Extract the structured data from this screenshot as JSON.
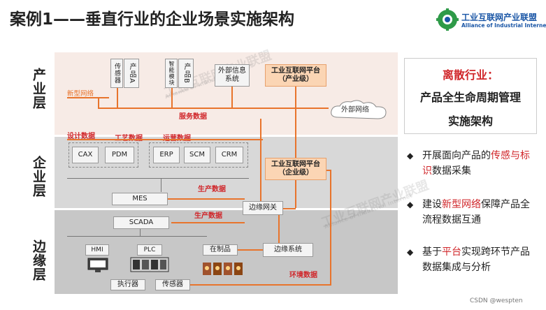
{
  "title": "案例1——垂直行业的企业场景实施架构",
  "logo": {
    "cn": "工业互联网产业联盟",
    "en": "Alliance of Industrial Internet"
  },
  "layers": {
    "industry": "产业层",
    "enterprise": "企业层",
    "edge": "边缘层"
  },
  "industry": {
    "sensor": "传感器",
    "product_a": "产品A",
    "smart_module": "智能模块",
    "product_b": "产品B",
    "ext_info": "外部信息系统",
    "platform_industry": "工业互联网平台（产业级）",
    "new_network": "新型网络",
    "service_data": "服务数据",
    "ext_network": "外部网络"
  },
  "enterprise": {
    "design_data": "设计数据",
    "process_data": "工艺数据",
    "ops_data": "运营数据",
    "cax": "CAX",
    "pdm": "PDM",
    "erp": "ERP",
    "scm": "SCM",
    "crm": "CRM",
    "platform_enterprise": "工业互联网平台（企业级）",
    "mes": "MES",
    "prod_data_1": "生产数据",
    "prod_data_2": "生产数据",
    "edge_gateway": "边缘网关"
  },
  "edge": {
    "scada": "SCADA",
    "hmi": "HMI",
    "plc": "PLC",
    "wip": "在制品",
    "edge_system": "边缘系统",
    "env_data": "环境数据",
    "actuator": "执行器",
    "sensor": "传感器"
  },
  "right_panel": {
    "line1": "离散行业：",
    "line2": "产品全生命周期管理",
    "line3": "实施架构"
  },
  "bullets": [
    {
      "pre": "开展面向产品的",
      "hl": "传感与标识",
      "post": "数据采集"
    },
    {
      "pre": "建设",
      "hl": "新型网络",
      "post": "保障产品全流程数据互通"
    },
    {
      "pre": "基于",
      "hl": "平台",
      "post": "实现跨环节产品数据集成与分析"
    }
  ],
  "bullet_marker": "◆",
  "footer": "CSDN @wespten",
  "watermark": {
    "cn": "工业互联网产业联盟",
    "en": "Alliance of Industrial Internet"
  },
  "colors": {
    "accent_red": "#d0262a",
    "accent_orange": "#e8742c",
    "box_orange": "#fbd5b4"
  }
}
